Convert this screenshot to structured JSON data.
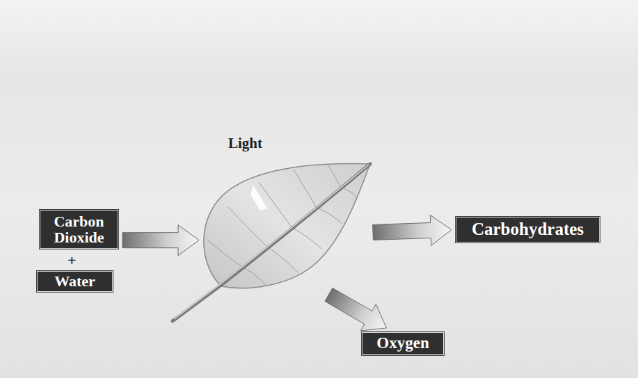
{
  "diagram": {
    "nodes": [
      {
        "text": [
          "Carbon Dioxide"
        ]
      },
      {
        "text": [
          "Water"
        ]
      },
      {
        "text": [
          "Light"
        ]
      },
      {
        "text": [
          "Carbohydrates"
        ]
      },
      {
        "text": [
          "Oxygen"
        ]
      }
    ],
    "edges": [
      {
        "from": 0,
        "to": 2,
        "arrow": "to"
      },
      {
        "from": 2,
        "to": 3,
        "arrow": "to"
      },
      {
        "from": 2,
        "to": 4,
        "arrow": "to"
      }
    ],
    "labels": [
      "+"
    ]
  }
}
